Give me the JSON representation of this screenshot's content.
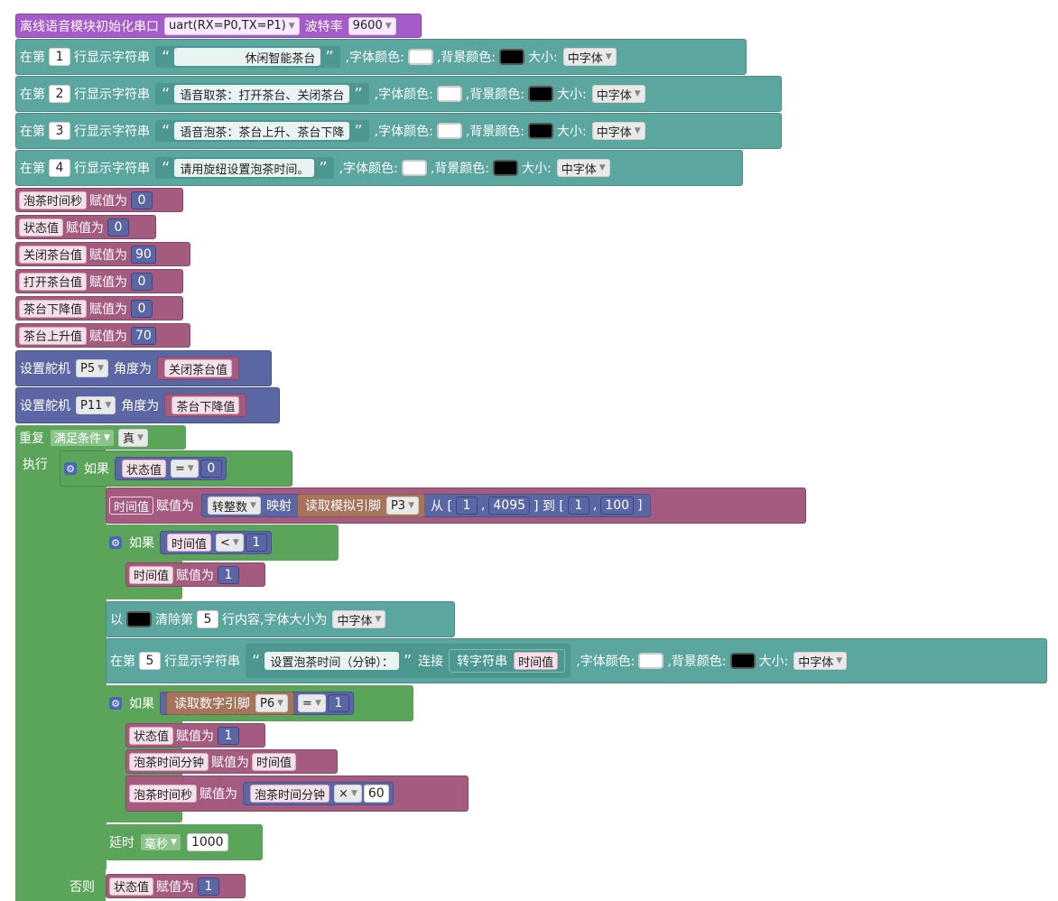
{
  "uart": {
    "label": "离线语音模块初始化串口",
    "port": "uart(RX=P0,TX=P1)",
    "baud_label": "波特率",
    "baud": "9600"
  },
  "display_rows": [
    {
      "row_prefix": "在第",
      "row_num": "1",
      "mid": "行显示字符串",
      "text": "休闲智能茶台",
      "font_color_label": ",字体颜色:",
      "bg_color_label": ",背景颜色:",
      "size_label": "大小:",
      "size": "中字体"
    },
    {
      "row_prefix": "在第",
      "row_num": "2",
      "mid": "行显示字符串",
      "text": "语音取茶：打开茶台、关闭茶台",
      "font_color_label": ",字体颜色:",
      "bg_color_label": ",背景颜色:",
      "size_label": "大小:",
      "size": "中字体"
    },
    {
      "row_prefix": "在第",
      "row_num": "3",
      "mid": "行显示字符串",
      "text": "语音泡茶：茶台上升、茶台下降",
      "font_color_label": ",字体颜色:",
      "bg_color_label": ",背景颜色:",
      "size_label": "大小:",
      "size": "中字体"
    },
    {
      "row_prefix": "在第",
      "row_num": "4",
      "mid": "行显示字符串",
      "text": "请用旋纽设置泡茶时间。",
      "font_color_label": ",字体颜色:",
      "bg_color_label": ",背景颜色:",
      "size_label": "大小:",
      "size": "中字体"
    }
  ],
  "assigns": [
    {
      "var": "泡茶时间秒",
      "op": "赋值为",
      "value": "0"
    },
    {
      "var": "状态值",
      "op": "赋值为",
      "value": "0"
    },
    {
      "var": "关闭茶台值",
      "op": "赋值为",
      "value": "90"
    },
    {
      "var": "打开茶台值",
      "op": "赋值为",
      "value": "0"
    },
    {
      "var": "茶台下降值",
      "op": "赋值为",
      "value": "0"
    },
    {
      "var": "茶台上升值",
      "op": "赋值为",
      "value": "70"
    }
  ],
  "servos": [
    {
      "label": "设置舵机",
      "pin": "P5",
      "angle_label": "角度为",
      "value": "关闭茶台值"
    },
    {
      "label": "设置舵机",
      "pin": "P11",
      "angle_label": "角度为",
      "value": "茶台下降值"
    }
  ],
  "loop": {
    "repeat": "重复",
    "mode": "满足条件",
    "cond": "真",
    "do": "执行",
    "else": "否则"
  },
  "if1": {
    "label": "如果",
    "var": "状态值",
    "op": "=",
    "value": "0"
  },
  "map": {
    "var": "时间值",
    "op": "赋值为",
    "conv": "转整数",
    "map_label": "映射",
    "read": "读取模拟引脚",
    "pin": "P3",
    "from": "从 [",
    "a": "1",
    "comma": ",",
    "b": "4095",
    "to": "] 到 [",
    "c": "1",
    "d": "100",
    "close": "]"
  },
  "if2": {
    "label": "如果",
    "var": "时间值",
    "op": "<",
    "value": "1",
    "assign_var": "时间值",
    "assign_op": "赋值为",
    "assign_value": "1"
  },
  "clear": {
    "prefix": "以",
    "label": "清除第",
    "row": "5",
    "suffix": "行内容,字体大小为",
    "size": "中字体"
  },
  "show5": {
    "row_prefix": "在第",
    "row_num": "5",
    "mid": "行显示字符串",
    "text": "设置泡茶时间（分钟）：",
    "join": "连接",
    "to_str": "转字符串",
    "var": "时间值",
    "font_color_label": ",字体颜色:",
    "bg_color_label": ",背景颜色:",
    "size_label": "大小:",
    "size": "中字体"
  },
  "if3": {
    "label": "如果",
    "read": "读取数字引脚",
    "pin": "P6",
    "op": "=",
    "value": "1"
  },
  "if3_body": [
    {
      "var": "状态值",
      "op": "赋值为",
      "value": "1"
    },
    {
      "var": "泡茶时间分钟",
      "op": "赋值为",
      "value": "时间值"
    },
    {
      "var": "泡茶时间秒",
      "op": "赋值为",
      "expr_var": "泡茶时间分钟",
      "expr_op": "×",
      "expr_value": "60"
    }
  ],
  "delay": {
    "label": "延时",
    "unit": "毫秒",
    "value": "1000"
  },
  "else_assign": {
    "var": "状态值",
    "op": "赋值为",
    "value": "1"
  }
}
